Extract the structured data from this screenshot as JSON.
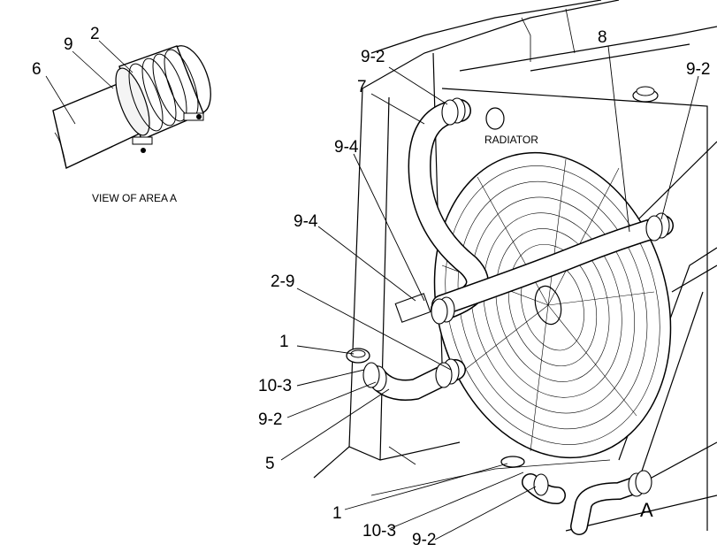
{
  "diagram": {
    "detail_view_caption": "VIEW OF AREA  A",
    "radiator_label": "RADIATOR",
    "area_marker": "A",
    "detail_callouts": {
      "tube": "6",
      "clamp": "9",
      "coupler": "2"
    },
    "callouts": {
      "upper_left_clamp": "9-2",
      "upper_hose": "7",
      "crossover_hose": "8",
      "upper_right_clamp": "9-2",
      "mid_clamp_a": "9-4",
      "mid_clamp_b": "9-4",
      "lower_elbow_clamp": "2-9",
      "cap_upper": "1",
      "seal_upper": "10-3",
      "clamp_upper": "9-2",
      "lower_pipe": "5",
      "cap_lower": "1",
      "seal_lower": "10-3",
      "clamp_lower": "9-2"
    }
  }
}
